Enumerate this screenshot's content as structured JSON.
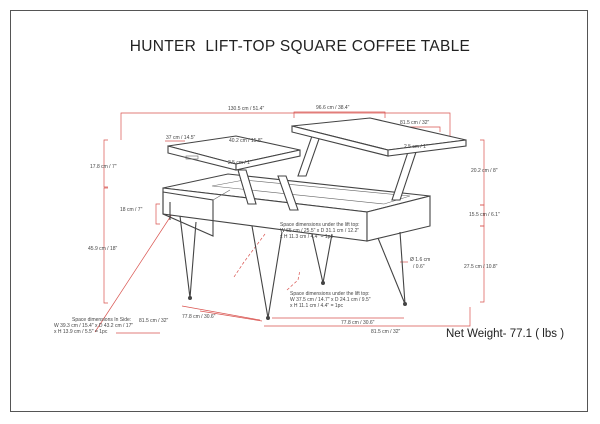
{
  "title": "HUNTER  LIFT-TOP SQUARE COFFEE TABLE",
  "net_weight": "Net Weight- 77.1 ( lbs )",
  "dimensions": {
    "overall_length": "130.5 cm / 51.4\"",
    "lift_top_length": "96.6 cm / 38.4\"",
    "lift_top_depth": "81.5 cm / 32\"",
    "small_top_width": "37 cm / 14.5\"",
    "small_top_depth": "40.2 cm / 15.8\"",
    "top_thickness_left": "2.5 cm / 1\"",
    "top_thickness_right": "2.5 cm / 1\"",
    "lift_height_left": "17.8 cm / 7\"",
    "lift_height_right": "20.2 cm / 8\"",
    "shelf_height": "18 cm / 7\"",
    "body_height": "15.5 cm / 6.1\"",
    "total_height": "45.9 cm / 18\"",
    "leg_height": "27.5 cm / 10.8\"",
    "leg_diameter_line1": "Ø 1.6 cm",
    "leg_diameter_line2": "/ 0.6\"",
    "depth_left": "81.5 cm / 32\"",
    "width_left": "77.8 cm / 30.6\"",
    "width_bottom": "77.8 cm / 30.6\"",
    "depth_bottom": "81.5 cm / 32\""
  },
  "notes": {
    "lift_top_space": [
      "Space dimensions under the lift top:",
      "W 65 cm / 25.5\" x D 31.1 cm / 12.2\"",
      "x H 11.3 cm / 4.4\" = 1pc"
    ],
    "under_lift_space": [
      "Space dimensions under the lift top:",
      "W 37.5 cm / 14.7\" x D 24.1 cm / 9.5\"",
      "x H 11.1 cm / 4.4\" = 1pc"
    ],
    "inside_space": [
      "Space dimensions In Side:",
      "W 39.3 cm / 15.4\" x D 43.2 cm / 17\"",
      "x H 13.9 cm / 5.5\" = 1pc"
    ]
  }
}
